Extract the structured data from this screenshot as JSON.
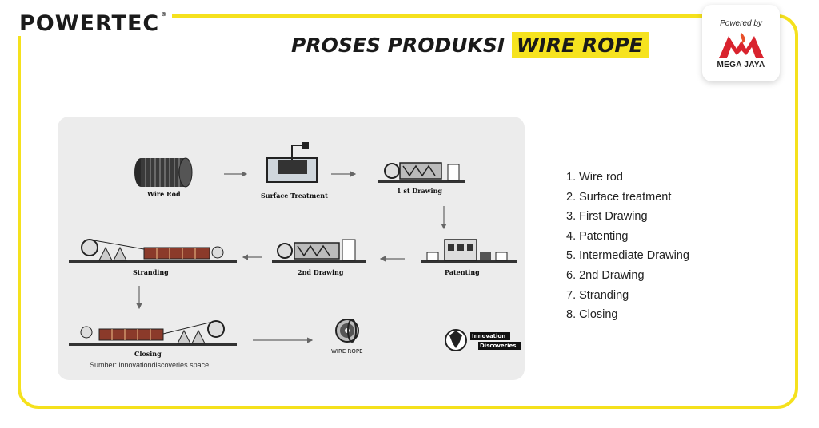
{
  "brand": {
    "name": "POWERTEC",
    "mark": "®"
  },
  "badge": {
    "powered_by": "Powered by",
    "company": "MEGA JAYA"
  },
  "title": {
    "prefix": "PROSES PRODUKSI",
    "highlight": "WIRE ROPE"
  },
  "diagram": {
    "labels": {
      "wire_rod": "Wire Rod",
      "surface_treatment": "Surface Treatment",
      "first_drawing": "1 st Drawing",
      "patenting": "Patenting",
      "second_drawing": "2nd Drawing",
      "stranding": "Stranding",
      "closing": "Closing",
      "wire_rope": "WIRE ROPE"
    },
    "source_logo": {
      "line1": "Innovation",
      "line2": "Discoveries"
    },
    "source": "Sumber: innovationdiscoveries.space"
  },
  "steps": [
    "1. Wire rod",
    "2. Surface treatment",
    "3. First Drawing",
    "4. Patenting",
    "5. Intermediate Drawing",
    "6. 2nd Drawing",
    "7. Stranding",
    "8. Closing"
  ],
  "colors": {
    "accent": "#f6e31f",
    "badge_red": "#d9232e",
    "panel": "#ececec"
  }
}
